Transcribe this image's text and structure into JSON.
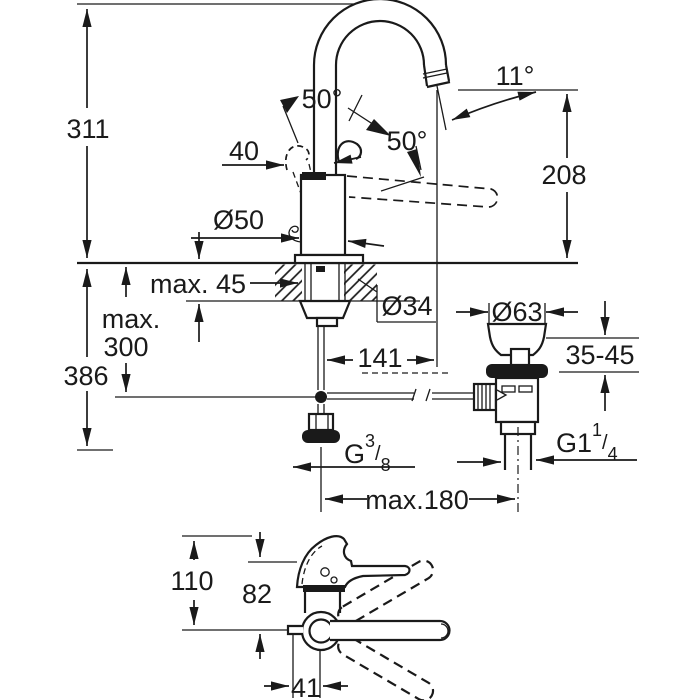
{
  "drawing": {
    "kind": "faucet-installation-dimension-drawing",
    "units": "mm",
    "ink_color": "#1a1a1a",
    "paper_color": "#ffffff"
  },
  "side_view": {
    "overall_height": "311",
    "under_counter_height": "386",
    "max_depth_word": "max.",
    "max_depth_value": "300",
    "counter_thickness": "max. 45",
    "lever_width": "40",
    "base_diameter": "Ø50",
    "hole_diameter": "Ø34",
    "spout_reach": "141",
    "lever_angle_left": "50°",
    "lever_angle_right": "50°",
    "outlet_angle": "11°",
    "spout_height": "208",
    "max_drain_offset": "max.180"
  },
  "pop_up_waste": {
    "flange_diameter": "Ø63",
    "deck_thickness_range": "35-45",
    "thread_prefix": "G1",
    "thread_numerator": "1",
    "thread_slash": "/",
    "thread_denominator": "4"
  },
  "supply_connection": {
    "thread_prefix": "G",
    "thread_numerator": "3",
    "thread_slash": "/",
    "thread_denominator": "8"
  },
  "top_view": {
    "overall_depth": "110",
    "body_depth": "82",
    "handle_offset": "41"
  }
}
